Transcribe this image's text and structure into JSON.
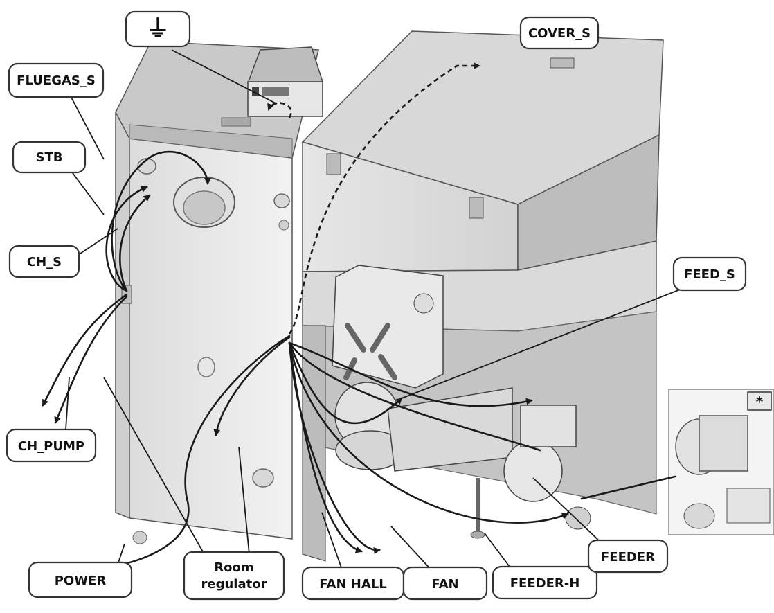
{
  "labels": {
    "ground": "⏚",
    "cover_s": "COVER_S",
    "fluegas_s": "FLUEGAS_S",
    "stb": "STB",
    "ch_s": "CH_S",
    "feed_s": "FEED_S",
    "ch_pump": "CH_PUMP",
    "power": "POWER",
    "room_regulator_line1": "Room",
    "room_regulator_line2": "regulator",
    "fan_hall": "FAN HALL",
    "fan": "FAN",
    "feeder_h": "FEEDER-H",
    "feeder": "FEEDER",
    "inset_marker": "*"
  }
}
